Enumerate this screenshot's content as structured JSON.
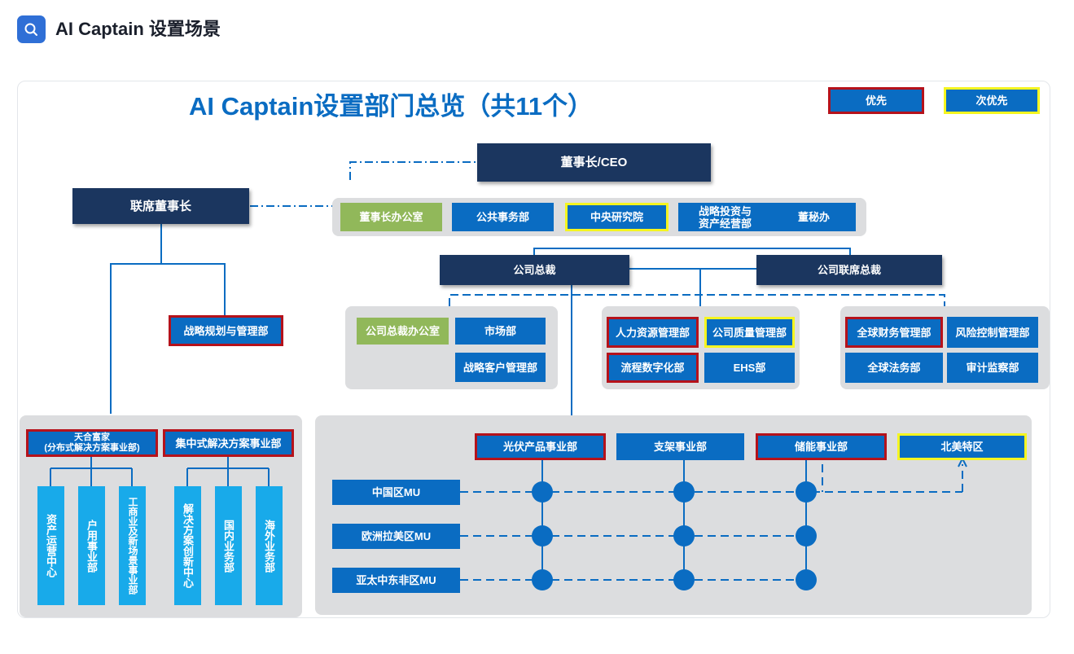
{
  "header": {
    "title": "AI Captain 设置场景",
    "icon": "search-icon"
  },
  "colors": {
    "navy": "#1b365f",
    "blue": "#0a6cc2",
    "green": "#91b85a",
    "cyan": "#18aaea",
    "priority_border": "#b5121b",
    "secondary_border": "#f5f520",
    "panel": "#dcdddf"
  },
  "diagram": {
    "title": "AI Captain设置部门总览（共11个）",
    "legend": {
      "priority": "优先",
      "secondary": "次优先"
    },
    "ceo": "董事长/CEO",
    "co_chair": "联席董事长",
    "ceo_units": [
      "董事长办公室",
      "公共事务部",
      "中央研究院",
      "战略投资与\n资产经营部",
      "董秘办"
    ],
    "president": "公司总裁",
    "co_president": "公司联席总裁",
    "strategy_dept": "战略规划与管理部",
    "left_group": {
      "units": [
        "公司总裁办公室",
        "市场部",
        "战略客户管理部"
      ]
    },
    "mid_group": {
      "units": [
        "人力资源管理部",
        "公司质量管理部",
        "流程数字化部",
        "EHS部"
      ]
    },
    "right_group": {
      "units": [
        "全球财务管理部",
        "风险控制管理部",
        "全球法务部",
        "审计监察部"
      ]
    },
    "bottom_left": {
      "heads": [
        "天合富家\n(分布式解决方案事业部)",
        "集中式解决方案事业部"
      ],
      "subs": [
        "资产运营中心",
        "户用事业部",
        "工商业及新场景事业部",
        "解决方案创新中心",
        "国内业务部",
        "海外业务部"
      ]
    },
    "business": {
      "units": [
        "光伏产品事业部",
        "支架事业部",
        "储能事业部",
        "北美特区"
      ],
      "regions": [
        "中国区MU",
        "欧洲拉美区MU",
        "亚太中东非区MU"
      ]
    }
  }
}
